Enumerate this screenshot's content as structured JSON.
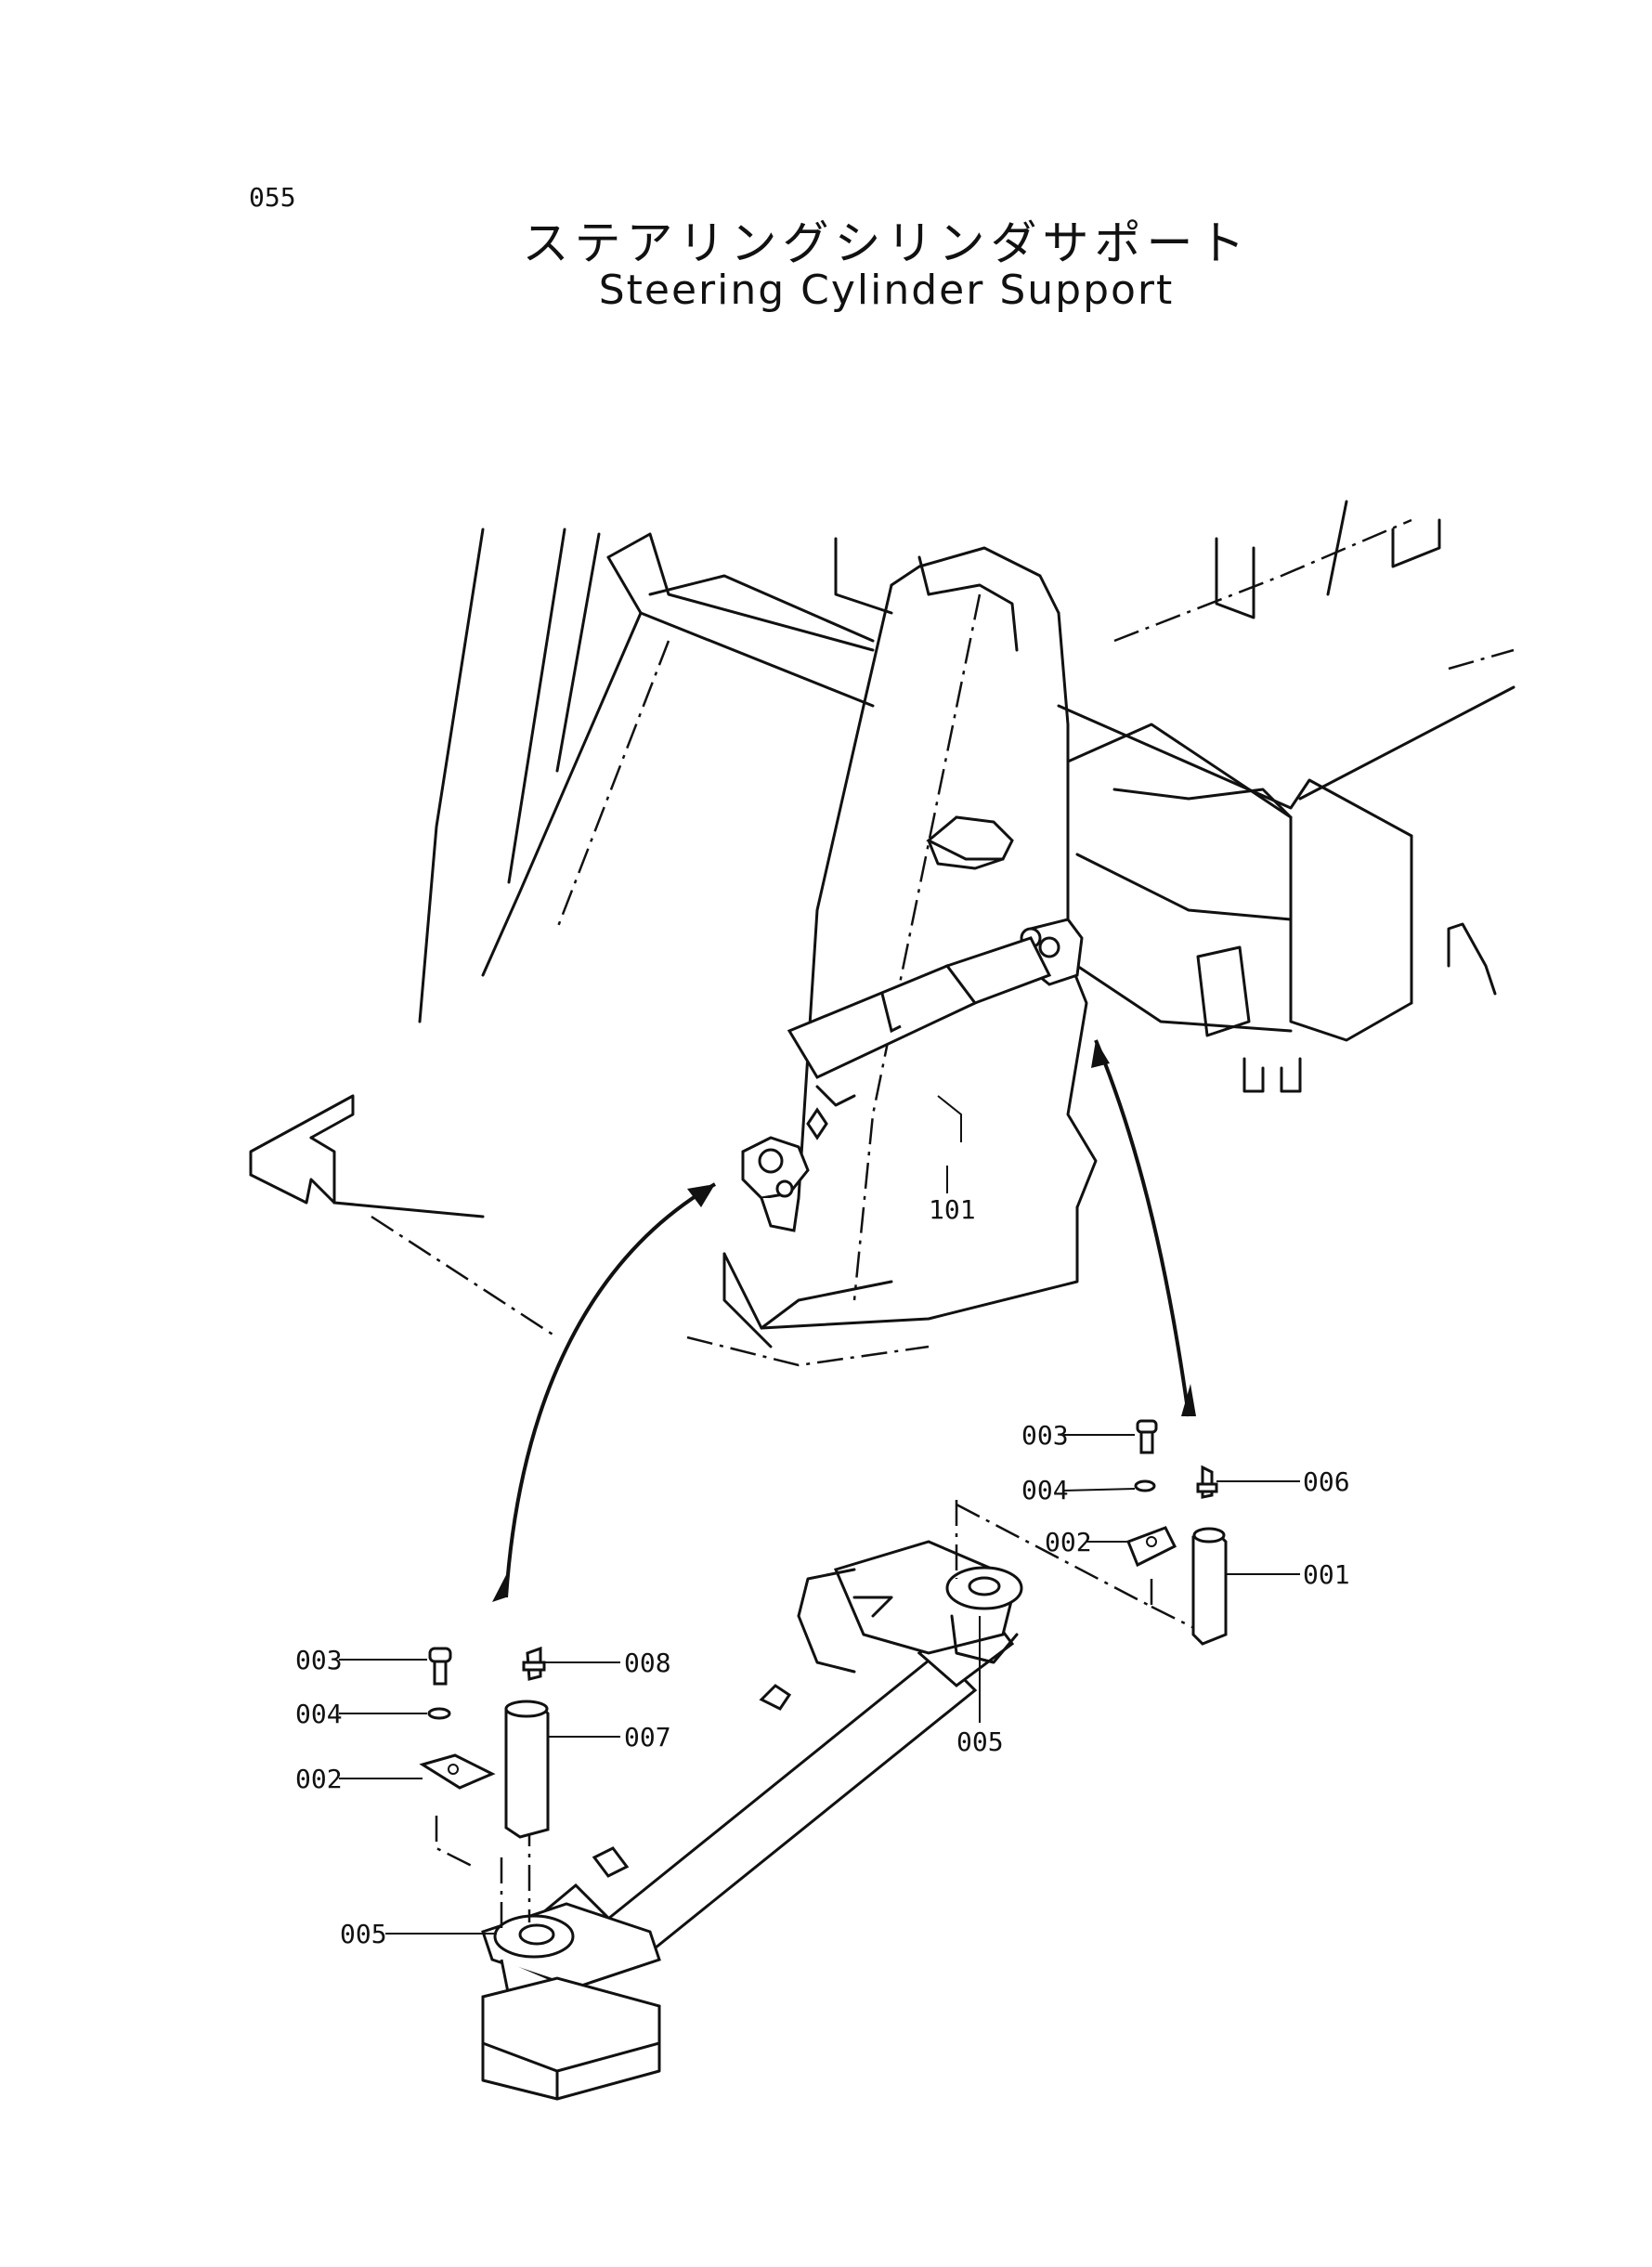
{
  "page_number": "055",
  "title_jp": "ステアリングシリンダサポート",
  "title_en": "Steering Cylinder Support",
  "callouts": {
    "assembly": "101",
    "top_003": "003",
    "top_004": "004",
    "top_006": "006",
    "top_002": "002",
    "top_001": "001",
    "top_005": "005",
    "bot_003": "003",
    "bot_008": "008",
    "bot_004": "004",
    "bot_007": "007",
    "bot_002": "002",
    "bot_005": "005"
  }
}
